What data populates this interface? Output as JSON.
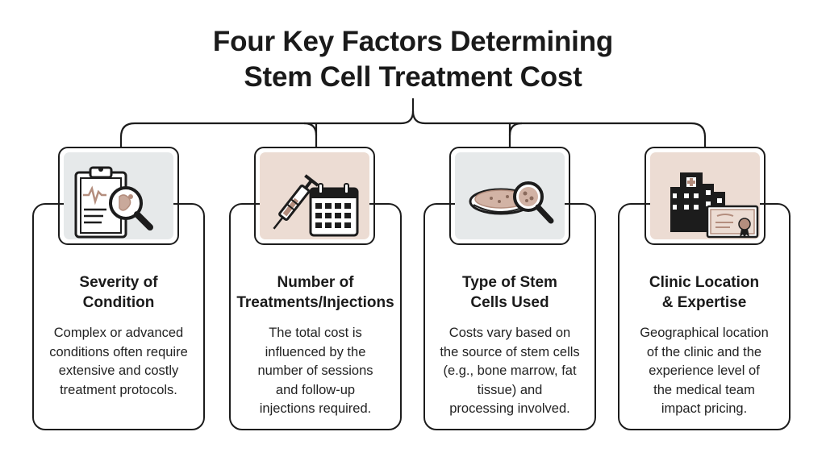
{
  "title": {
    "line1": "Four Key Factors Determining",
    "line2": "Stem Cell Treatment Cost"
  },
  "colors": {
    "icon_bg_gray": "#e6e9ea",
    "icon_bg_tan": "#ecdcd3",
    "accent_brown": "#b48e7e",
    "outline": "#1c1c1c"
  },
  "cards": [
    {
      "icon": "clipboard-magnifier-icon",
      "title_line1": "Severity of",
      "title_line2": "Condition",
      "desc": [
        "Complex or advanced",
        "conditions often require",
        "extensive and costly",
        "treatment protocols."
      ]
    },
    {
      "icon": "syringe-calendar-icon",
      "title_line1": "Number of",
      "title_line2": "Treatments/Injections",
      "desc": [
        "The total cost is",
        "influenced by the",
        "number of sessions",
        "and follow-up",
        "injections required."
      ]
    },
    {
      "icon": "petri-dish-magnifier-icon",
      "title_line1": "Type of Stem",
      "title_line2": "Cells Used",
      "desc": [
        "Costs vary based on",
        "the source of stem cells",
        "(e.g., bone marrow, fat",
        "tissue) and",
        "processing involved."
      ]
    },
    {
      "icon": "hospital-certificate-icon",
      "title_line1": "Clinic Location",
      "title_line2": "& Expertise",
      "desc": [
        "Geographical location",
        "of the clinic and the",
        "experience level of",
        "the medical team",
        "impact pricing."
      ]
    }
  ]
}
